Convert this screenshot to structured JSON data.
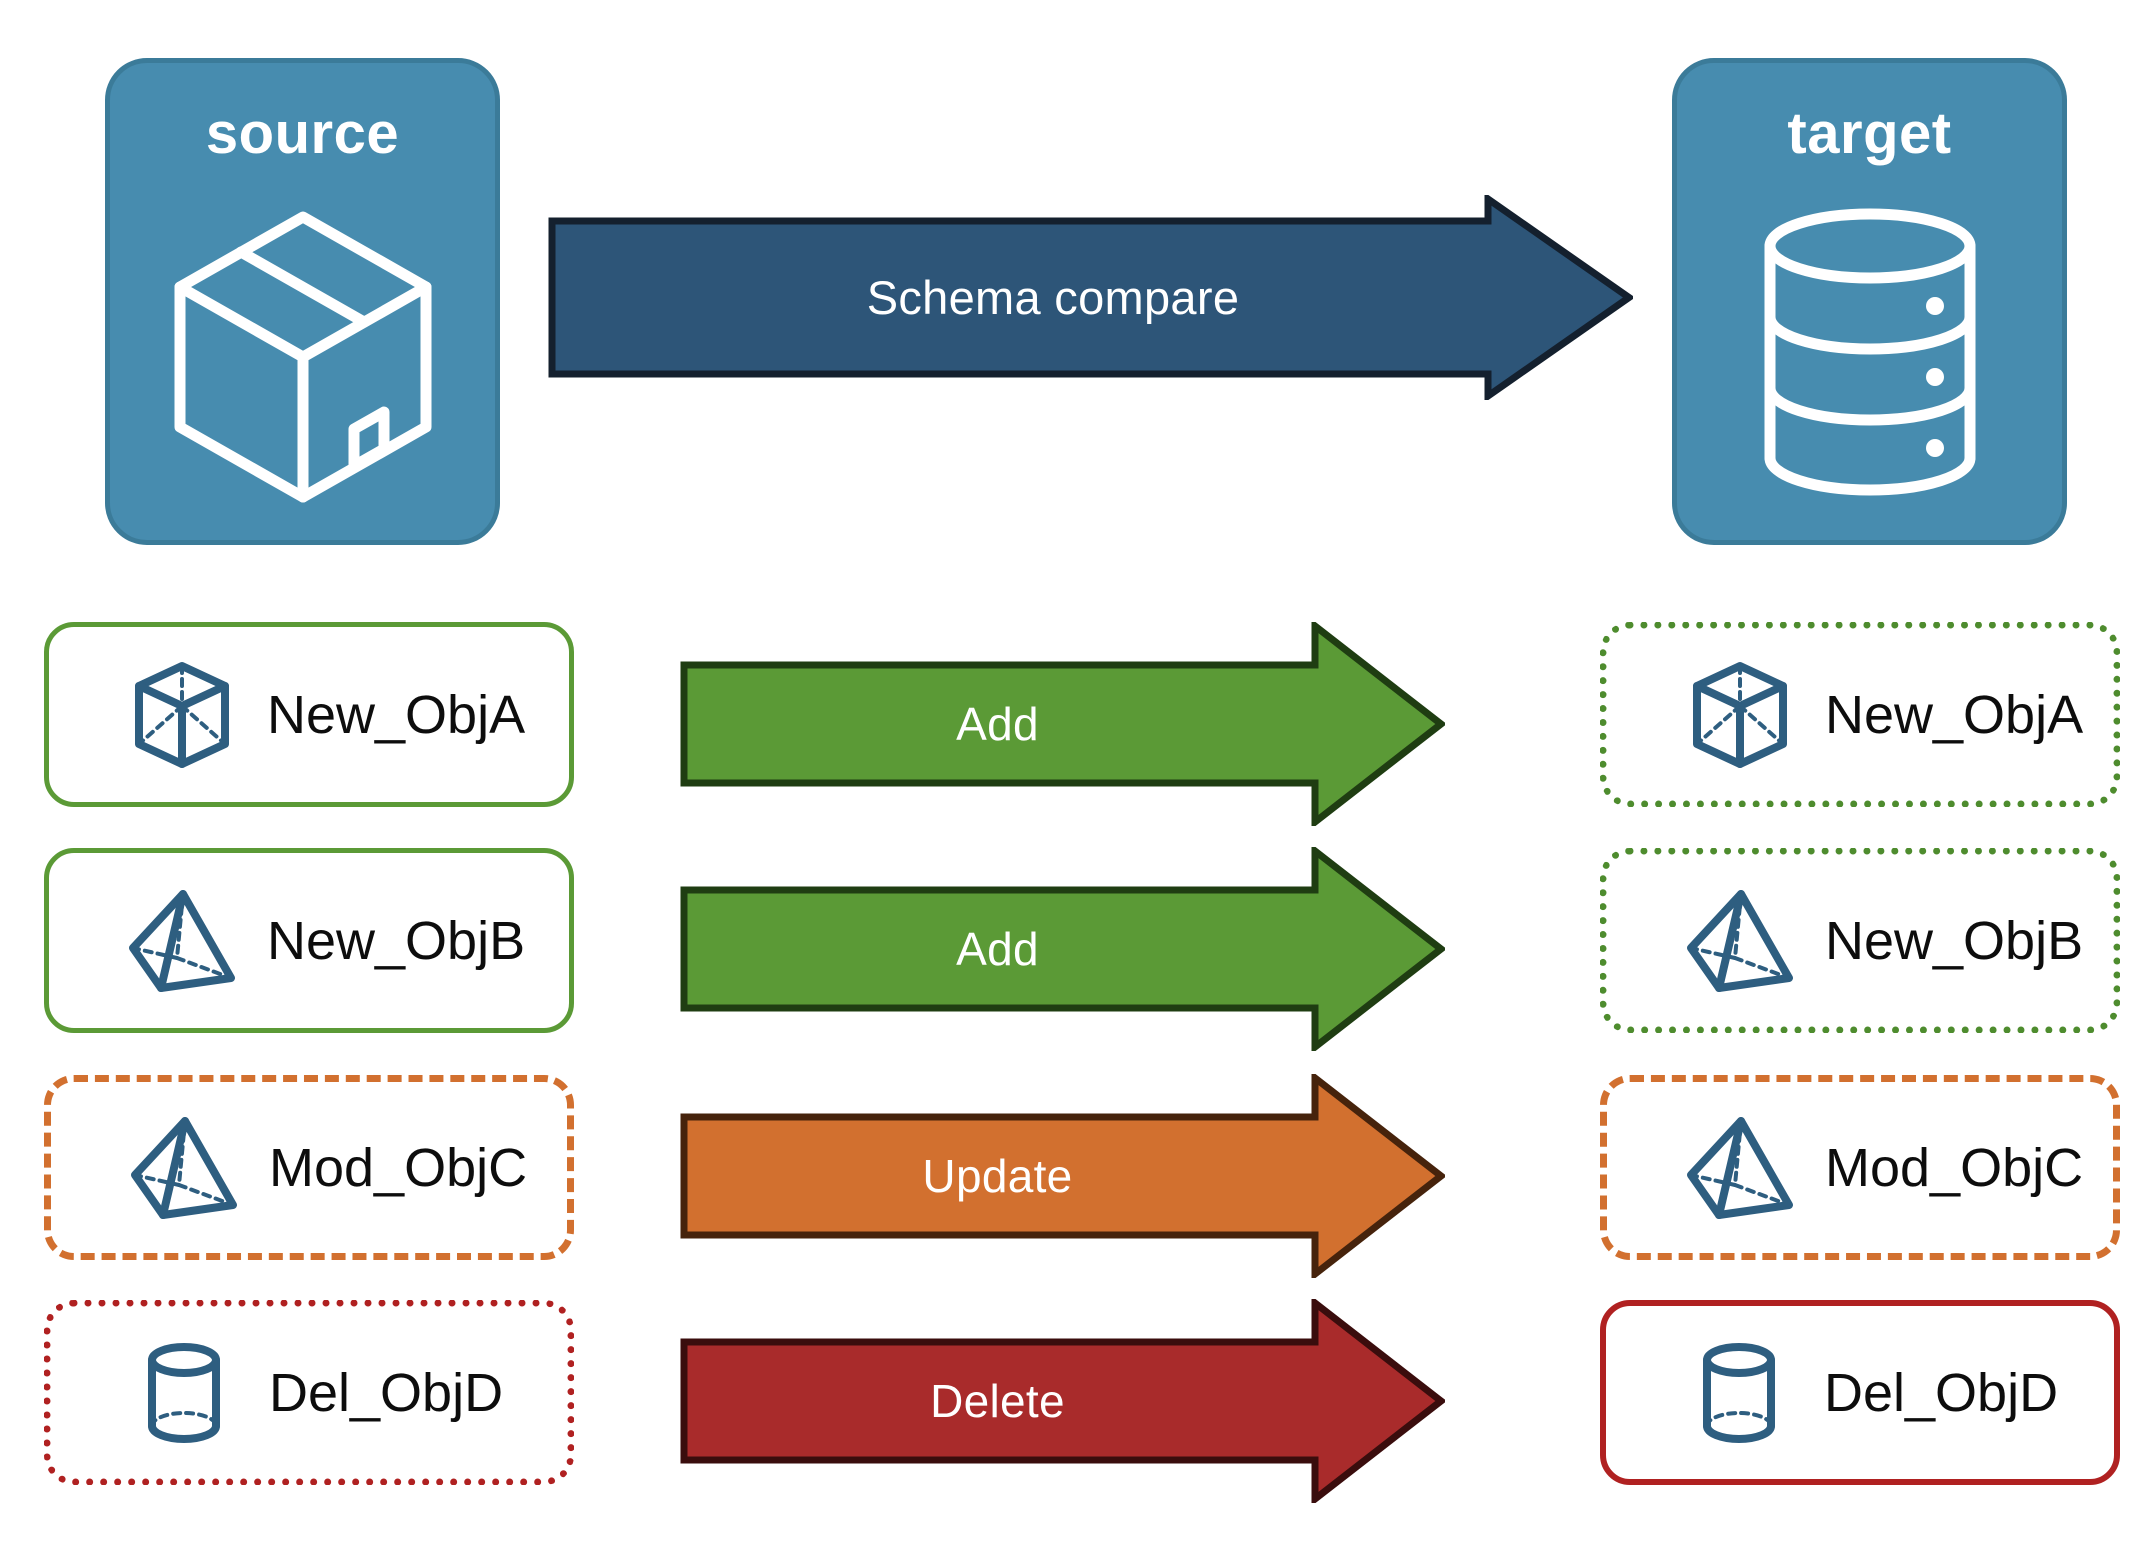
{
  "diagram": {
    "title_source": "source",
    "title_target": "target",
    "compare_label": "Schema compare",
    "colors": {
      "endpoint_fill": "#478CAF",
      "endpoint_stroke": "#3B7B99",
      "compare_fill": "#2D5578",
      "compare_stroke": "#14202E",
      "add_fill": "#5B9A36",
      "add_stroke": "#1F3D12",
      "update_fill": "#D2702F",
      "update_stroke": "#46230C",
      "delete_fill": "#A92B2B",
      "delete_stroke": "#3A0D0D",
      "object_icon": "#2E5E80",
      "label_text": "#0D0D0D"
    },
    "source_icon": "package-box-icon",
    "target_icon": "database-cylinder-icon"
  },
  "rows": [
    {
      "source_label": "New_ObjA",
      "target_label": "New_ObjA",
      "action_label": "Add",
      "icon": "wireframe-cube-icon",
      "source_border": "solid-green",
      "target_border": "dotted-green",
      "arrow_color": "#5B9A36"
    },
    {
      "source_label": "New_ObjB",
      "target_label": "New_ObjB",
      "action_label": "Add",
      "icon": "wireframe-pyramid-icon",
      "source_border": "solid-green",
      "target_border": "dotted-green",
      "arrow_color": "#5B9A36"
    },
    {
      "source_label": "Mod_ObjC",
      "target_label": "Mod_ObjC",
      "action_label": "Update",
      "icon": "wireframe-pyramid-icon",
      "source_border": "dashed-orange",
      "target_border": "dashed-orange",
      "arrow_color": "#D2702F"
    },
    {
      "source_label": "Del_ObjD",
      "target_label": "Del_ObjD",
      "action_label": "Delete",
      "icon": "wireframe-cylinder-icon",
      "source_border": "dotted-red",
      "target_border": "solid-red",
      "arrow_color": "#A92B2B"
    }
  ]
}
